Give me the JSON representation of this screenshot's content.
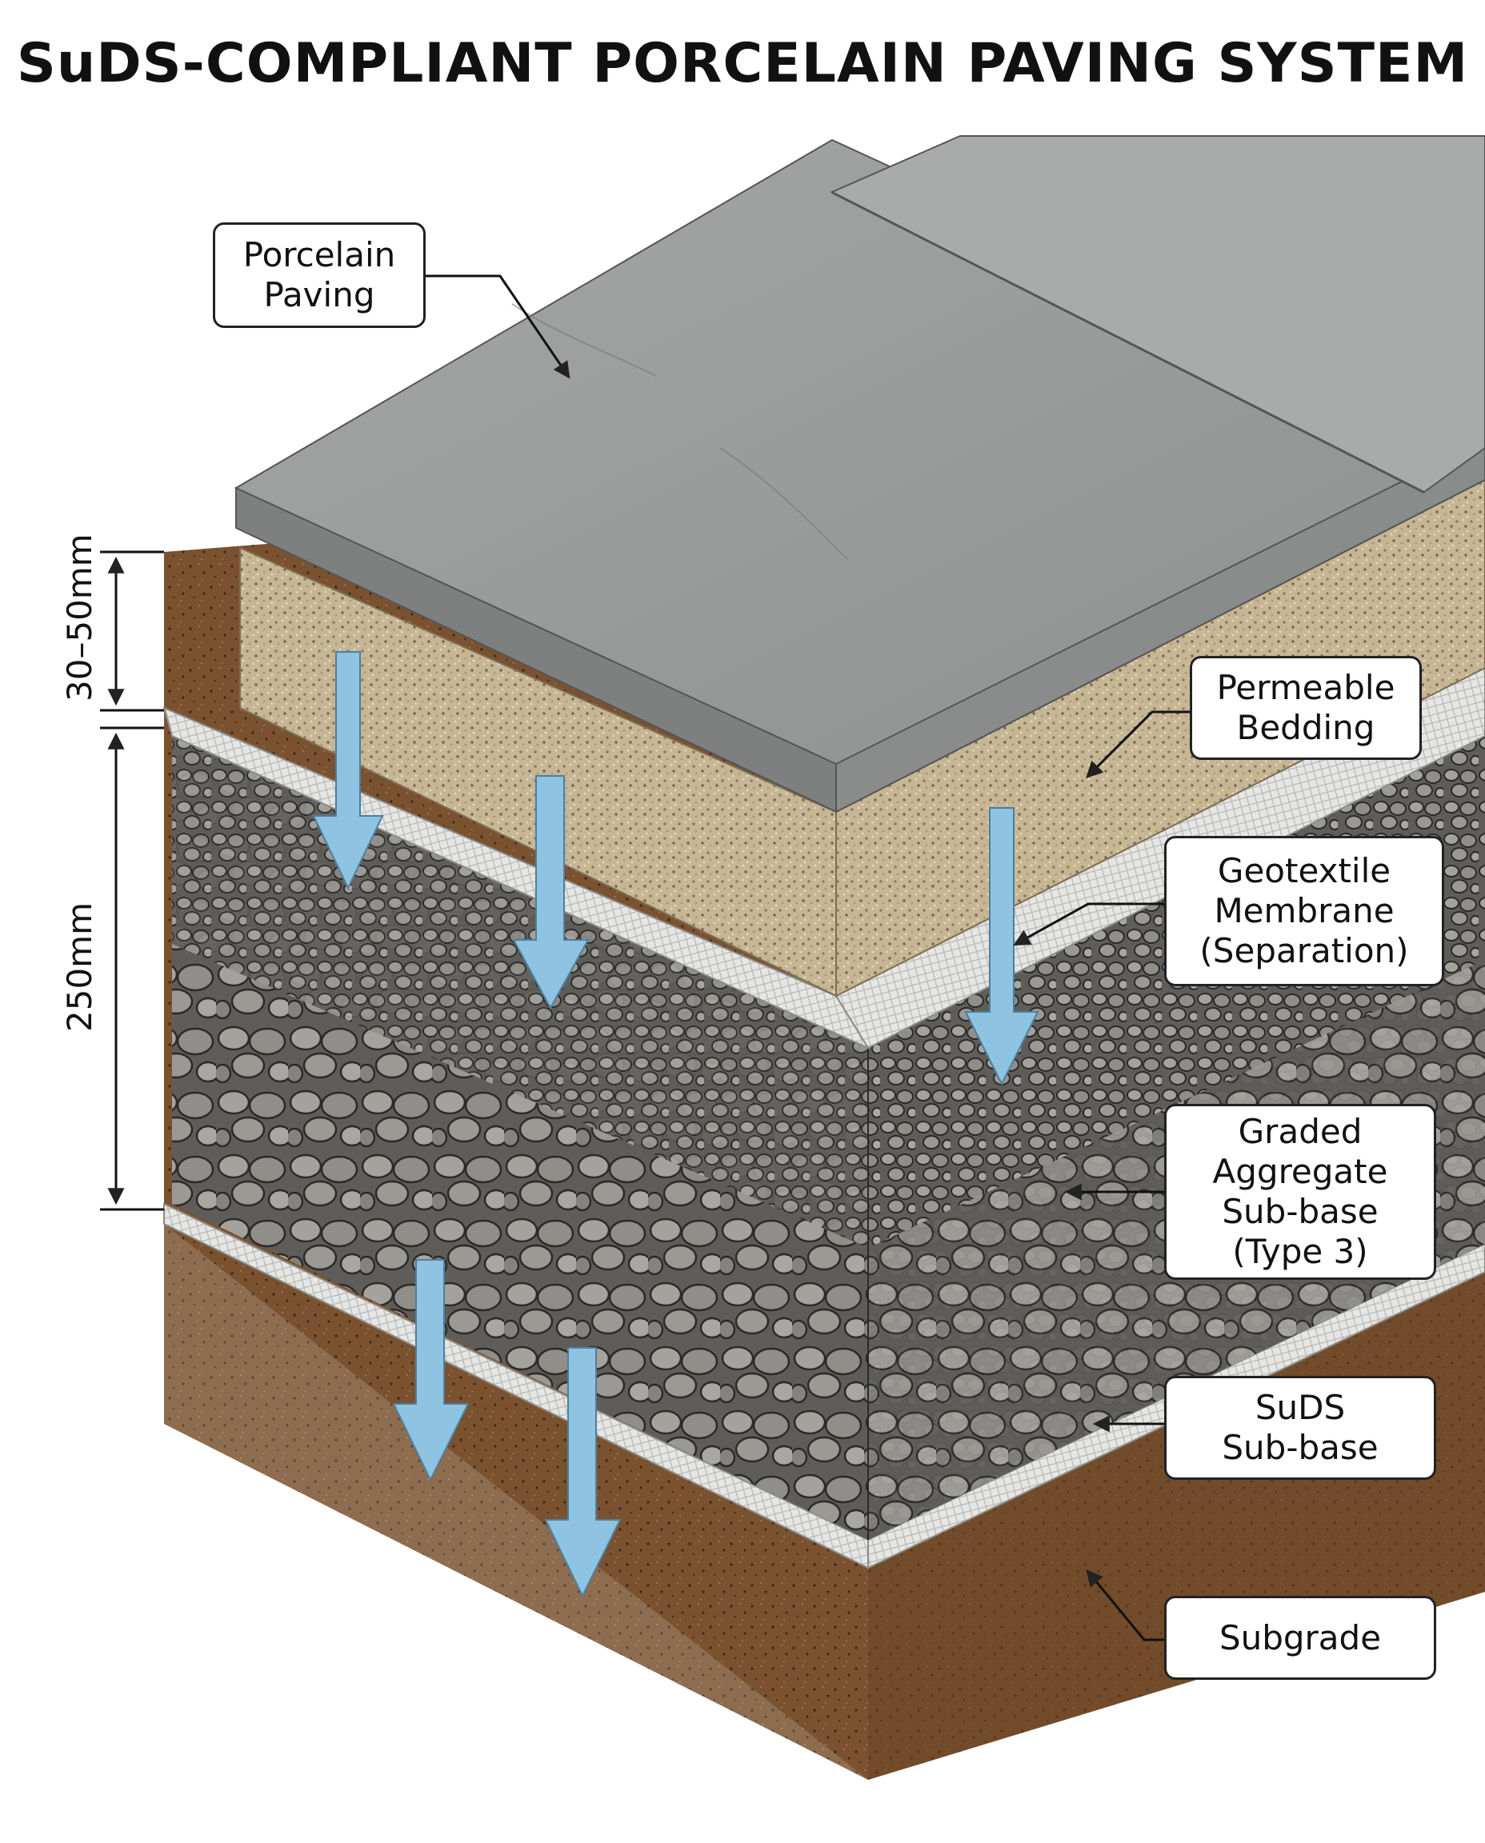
{
  "title": "SuDS-COMPLIANT PORCELAIN PAVING SYSTEM",
  "labels": {
    "porcelain": [
      "Porcelain",
      "Paving"
    ],
    "bedding": [
      "Permeable",
      "Bedding"
    ],
    "geotextile": [
      "Geotextile",
      "Membrane",
      "(Separation)"
    ],
    "aggregate": [
      "Graded",
      "Aggregate",
      "Sub-base",
      "(Type 3)"
    ],
    "suds": [
      "SuDS",
      "Sub-base"
    ],
    "subgrade": [
      "Subgrade"
    ]
  },
  "dimensions": {
    "bedding_depth": "30–50mm",
    "subbase_depth": "250mm"
  },
  "colors": {
    "paving": "#9a9c9c",
    "paving_edge": "#7e8080",
    "bedding": "#c7b694",
    "geotextile": "#e4e4e2",
    "aggregate": "#6f6e6a",
    "stone": "#9c9b96",
    "soil": "#7a5230",
    "water_arrow": "#8fc3e2"
  }
}
